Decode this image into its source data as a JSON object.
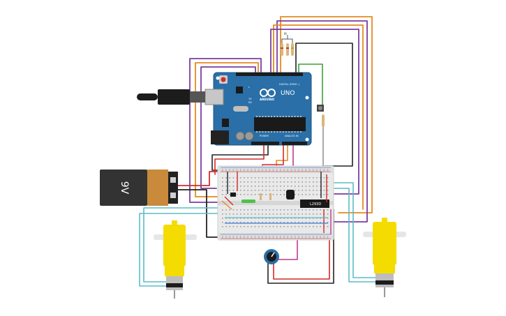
{
  "arduino": {
    "brand": "ARDUINO",
    "model": "UNO",
    "digital_label": "DIGITAL (PWM~)",
    "power_label": "POWER",
    "analog_label": "ANALOG IN",
    "tx_label": "TX",
    "rx_label": "RX",
    "l_label": "L"
  },
  "battery": {
    "label": "9V"
  },
  "motor_driver": {
    "label": "L293D"
  },
  "ir_sensor": {
    "label": "IR"
  },
  "colors": {
    "board_blue": "#2a6fa8",
    "wire_orange": "#e58a1f",
    "wire_purple": "#7a3da0",
    "wire_black": "#222222",
    "wire_red": "#d12b2b",
    "wire_green": "#3aa03a",
    "wire_cyan": "#5bbcc9",
    "wire_magenta": "#c2398f",
    "motor_yellow": "#f4dc00",
    "breadboard": "#e9e9e9"
  }
}
